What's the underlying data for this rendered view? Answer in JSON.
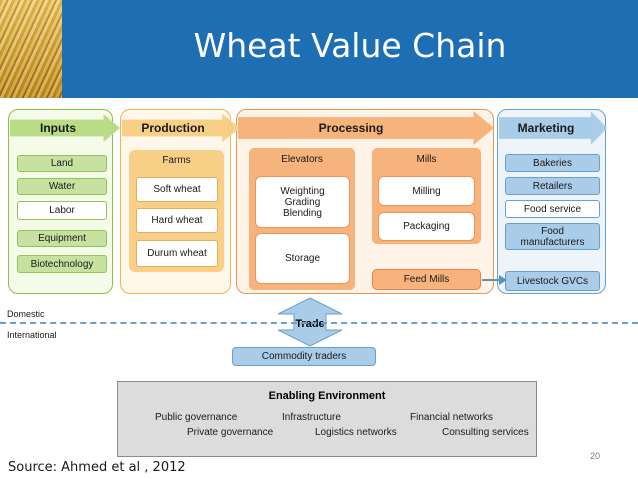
{
  "title": "Wheat Value Chain",
  "stages": {
    "inputs": "Inputs",
    "production": "Production",
    "processing": "Processing",
    "marketing": "Marketing"
  },
  "inputs": [
    "Land",
    "Water",
    "Labor",
    "Equipment",
    "Biotechnology"
  ],
  "production": {
    "group": "Farms",
    "items": [
      "Soft wheat",
      "Hard wheat",
      "Durum wheat"
    ]
  },
  "processing": {
    "elevators": "Elevators",
    "elevator_ops": "Weighting\nGrading\nBlending",
    "storage": "Storage",
    "mills": "Mills",
    "milling": "Milling",
    "packaging": "Packaging",
    "feed_mills": "Feed Mills"
  },
  "marketing": [
    "Bakeries",
    "Retailers",
    "Food service",
    "Food manufacturers"
  ],
  "livestock": "Livestock GVCs",
  "trade": "Trade",
  "domestic": "Domestic",
  "international": "International",
  "commodity_traders": "Commodity traders",
  "enabling": {
    "title": "Enabling Environment",
    "public_governance": "Public governance",
    "infrastructure": "Infrastructure",
    "financial_networks": "Financial networks",
    "private_governance": "Private governance",
    "logistics_networks": "Logistics networks",
    "consulting_services": "Consulting services"
  },
  "page_number": "20",
  "source": "Source: Ahmed et al , 2012"
}
